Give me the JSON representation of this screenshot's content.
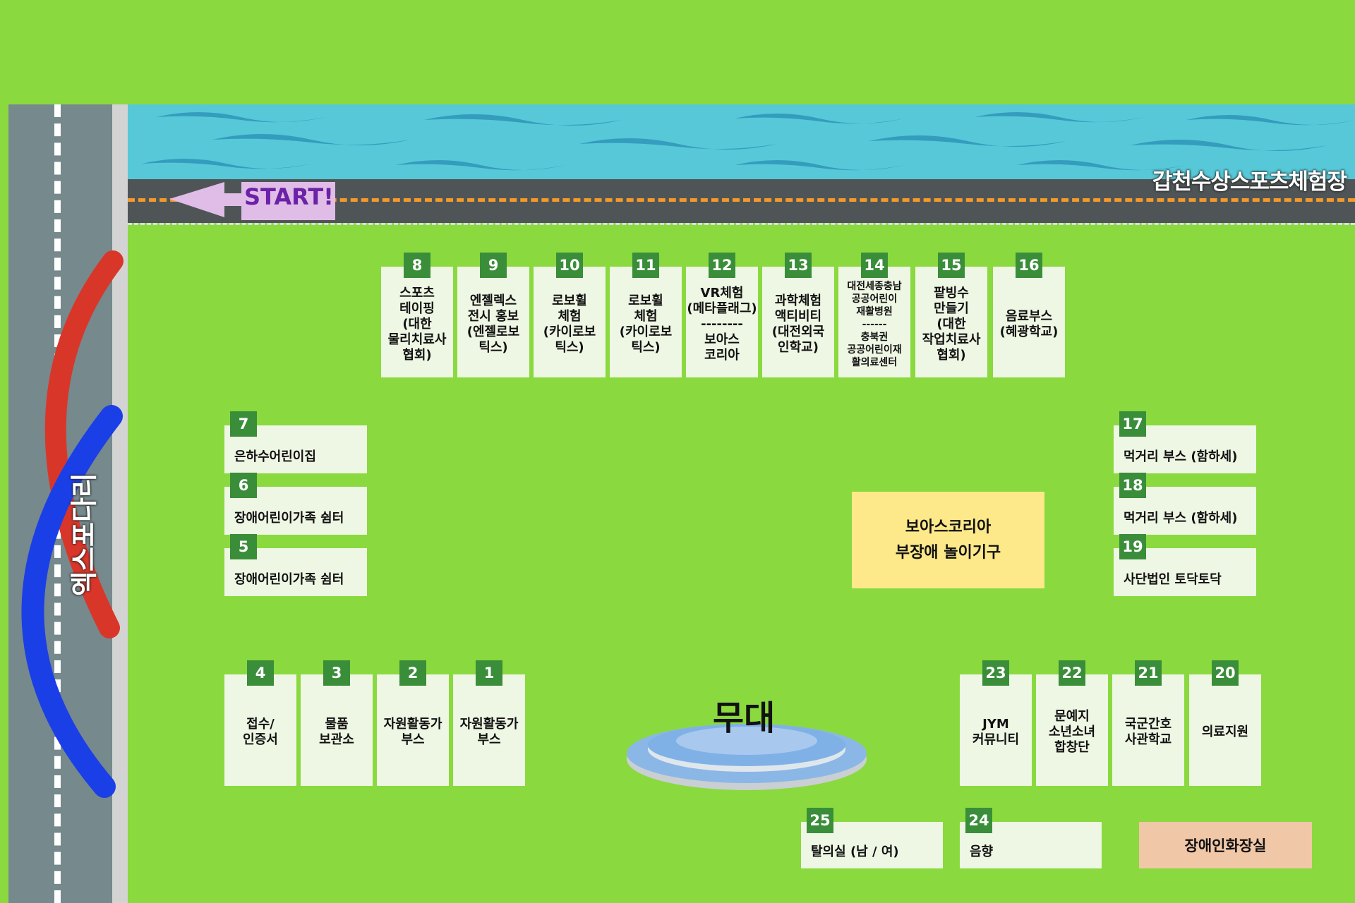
{
  "map": {
    "venue_label": "갑천수상스포츠체험장",
    "start_label": "START!",
    "bridge_label": "엑스포다리",
    "stage_label": "무대",
    "center_area": {
      "lines": [
        "보아스코리아",
        "부장애 놀이기구"
      ]
    },
    "restroom_label": "장애인화장실",
    "colors": {
      "grass": "#8ad93f",
      "water": "#56c8d8",
      "booth": "#eef6e4",
      "number_badge": "#3a8e3a",
      "center_area": "#fde98a",
      "restroom": "#f0c7a7",
      "arch_red": "#d9362a",
      "arch_blue": "#1b3fe6",
      "start_arrow": "#e0bde6"
    }
  },
  "booths": [
    {
      "num": "8",
      "lines": [
        "스포츠",
        "테이핑",
        "(대한",
        "물리치료사",
        "협회)"
      ]
    },
    {
      "num": "9",
      "lines": [
        "엔젤렉스",
        "전시 홍보",
        "(엔젤로보",
        "틱스)"
      ]
    },
    {
      "num": "10",
      "lines": [
        "로보휠",
        "체험",
        "(카이로보",
        "틱스)"
      ]
    },
    {
      "num": "11",
      "lines": [
        "로보휠",
        "체험",
        "(카이로보",
        "틱스)"
      ]
    },
    {
      "num": "12",
      "lines": [
        "VR체험",
        "(메타플래그)",
        "--------",
        "보아스",
        "코리아"
      ]
    },
    {
      "num": "13",
      "lines": [
        "과학체험",
        "액티비티",
        "(대전외국",
        "인학교)"
      ]
    },
    {
      "num": "14",
      "lines": [
        "대전세종충남",
        "공공어린이",
        "재활병원",
        "------",
        "충북권",
        "공공어린이재",
        "활의료센터"
      ]
    },
    {
      "num": "15",
      "lines": [
        "팥빙수",
        "만들기",
        "(대한",
        "작업치료사",
        "협회)"
      ]
    },
    {
      "num": "16",
      "lines": [
        "음료부스",
        "(혜광학교)"
      ]
    },
    {
      "num": "7",
      "lines": [
        "은하수어린이집"
      ]
    },
    {
      "num": "6",
      "lines": [
        "장애어린이가족 쉼터"
      ]
    },
    {
      "num": "5",
      "lines": [
        "장애어린이가족 쉼터"
      ]
    },
    {
      "num": "17",
      "lines": [
        "먹거리 부스 (함하세)"
      ]
    },
    {
      "num": "18",
      "lines": [
        "먹거리 부스 (함하세)"
      ]
    },
    {
      "num": "19",
      "lines": [
        "사단법인 토닥토닥"
      ]
    },
    {
      "num": "4",
      "lines": [
        "접수/",
        "인증서"
      ]
    },
    {
      "num": "3",
      "lines": [
        "물품",
        "보관소"
      ]
    },
    {
      "num": "2",
      "lines": [
        "자원활동가",
        "부스"
      ]
    },
    {
      "num": "1",
      "lines": [
        "자원활동가",
        "부스"
      ]
    },
    {
      "num": "23",
      "lines": [
        "JYM",
        "커뮤니티"
      ]
    },
    {
      "num": "22",
      "lines": [
        "문예지",
        "소년소녀",
        "합창단"
      ]
    },
    {
      "num": "21",
      "lines": [
        "국군간호",
        "사관학교"
      ]
    },
    {
      "num": "20",
      "lines": [
        "의료지원"
      ]
    },
    {
      "num": "25",
      "lines": [
        "탈의실 (남 / 여)"
      ]
    },
    {
      "num": "24",
      "lines": [
        "음향"
      ]
    }
  ]
}
